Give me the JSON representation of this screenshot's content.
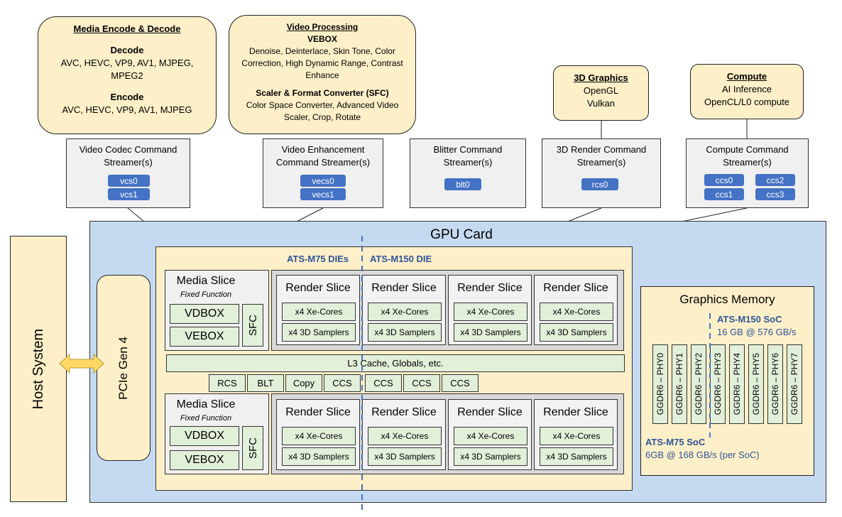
{
  "media_box": {
    "title": "Media Encode & Decode",
    "decode_heading": "Decode",
    "decode_list": "AVC, HEVC, VP9, AV1, MJPEG, MPEG2",
    "encode_heading": "Encode",
    "encode_list": "AVC, HEVC, VP9, AV1, MJPEG"
  },
  "video_processing_box": {
    "title": "Video Processing",
    "vebox_heading": "VEBOX",
    "vebox_list": "Denoise, Deinterlace, Skin Tone, Color Correction, High Dynamic Range, Contrast Enhance",
    "sfc_heading": "Scaler & Format Converter (SFC)",
    "sfc_list": "Color Space Converter, Advanced Video Scaler, Crop, Rotate"
  },
  "graphics_3d_box": {
    "title": "3D Graphics",
    "line1": "OpenGL",
    "line2": "Vulkan"
  },
  "compute_box": {
    "title": "Compute",
    "line1": "AI Inference",
    "line2": "OpenCL/L0 compute"
  },
  "streamers": {
    "video_codec": {
      "label": "Video Codec Command Streamer(s)",
      "tags": [
        "vcs0",
        "vcs1"
      ]
    },
    "video_enhancement": {
      "label": "Video Enhancement Command Streamer(s)",
      "tags": [
        "vecs0",
        "vecs1"
      ]
    },
    "blitter": {
      "label": "Blitter Command Streamer(s)",
      "tags": [
        "blt0"
      ]
    },
    "render_3d": {
      "label": "3D Render Command Streamer(s)",
      "tags": [
        "rcs0"
      ]
    },
    "compute": {
      "label": "Compute Command Streamer(s)",
      "tags": [
        "ccs0",
        "ccs2",
        "ccs1",
        "ccs3"
      ]
    }
  },
  "host_system": "Host System",
  "pcie": "PCIe Gen 4",
  "gpu_card": {
    "title": "GPU Card",
    "die_m75": "ATS-M75 DIEs",
    "die_m150": "ATS-M150 DIE",
    "media_slice": {
      "title": "Media Slice",
      "subtitle": "Fixed Function",
      "vdbox": "VDBOX",
      "vebox": "VEBOX",
      "sfc": "SFC"
    },
    "render_slice": {
      "title": "Render Slice",
      "cores": "x4 Xe-Cores",
      "samplers": "x4 3D Samplers"
    },
    "l3_cache": "L3 Cache, Globals, etc.",
    "engines": [
      "RCS",
      "BLT",
      "Copy",
      "CCS",
      "CCS",
      "CCS",
      "CCS"
    ]
  },
  "graphics_memory": {
    "title": "Graphics Memory",
    "m150_label": "ATS-M150 SoC",
    "m150_spec": "16 GB @ 576 GB/s",
    "m75_label": "ATS-M75 SoC",
    "m75_spec": "6GB @ 168 GB/s (per SoC)",
    "phys": [
      "GGDR6 – PHY0",
      "GGDR6 – PHY1",
      "GGDR6 – PHY2",
      "GGDR6 – PHY3",
      "GGDR6 – PHY4",
      "GGDR6 – PHY5",
      "GGDR6 – PHY6",
      "GGDR6 – PHY7"
    ]
  },
  "colors": {
    "gpu_card_bg": "#c5d9f1",
    "die_bg": "#fdefc8",
    "slice_green": "#e2efd9",
    "tag_blue": "#4472c4",
    "label_blue": "#2f5597"
  }
}
